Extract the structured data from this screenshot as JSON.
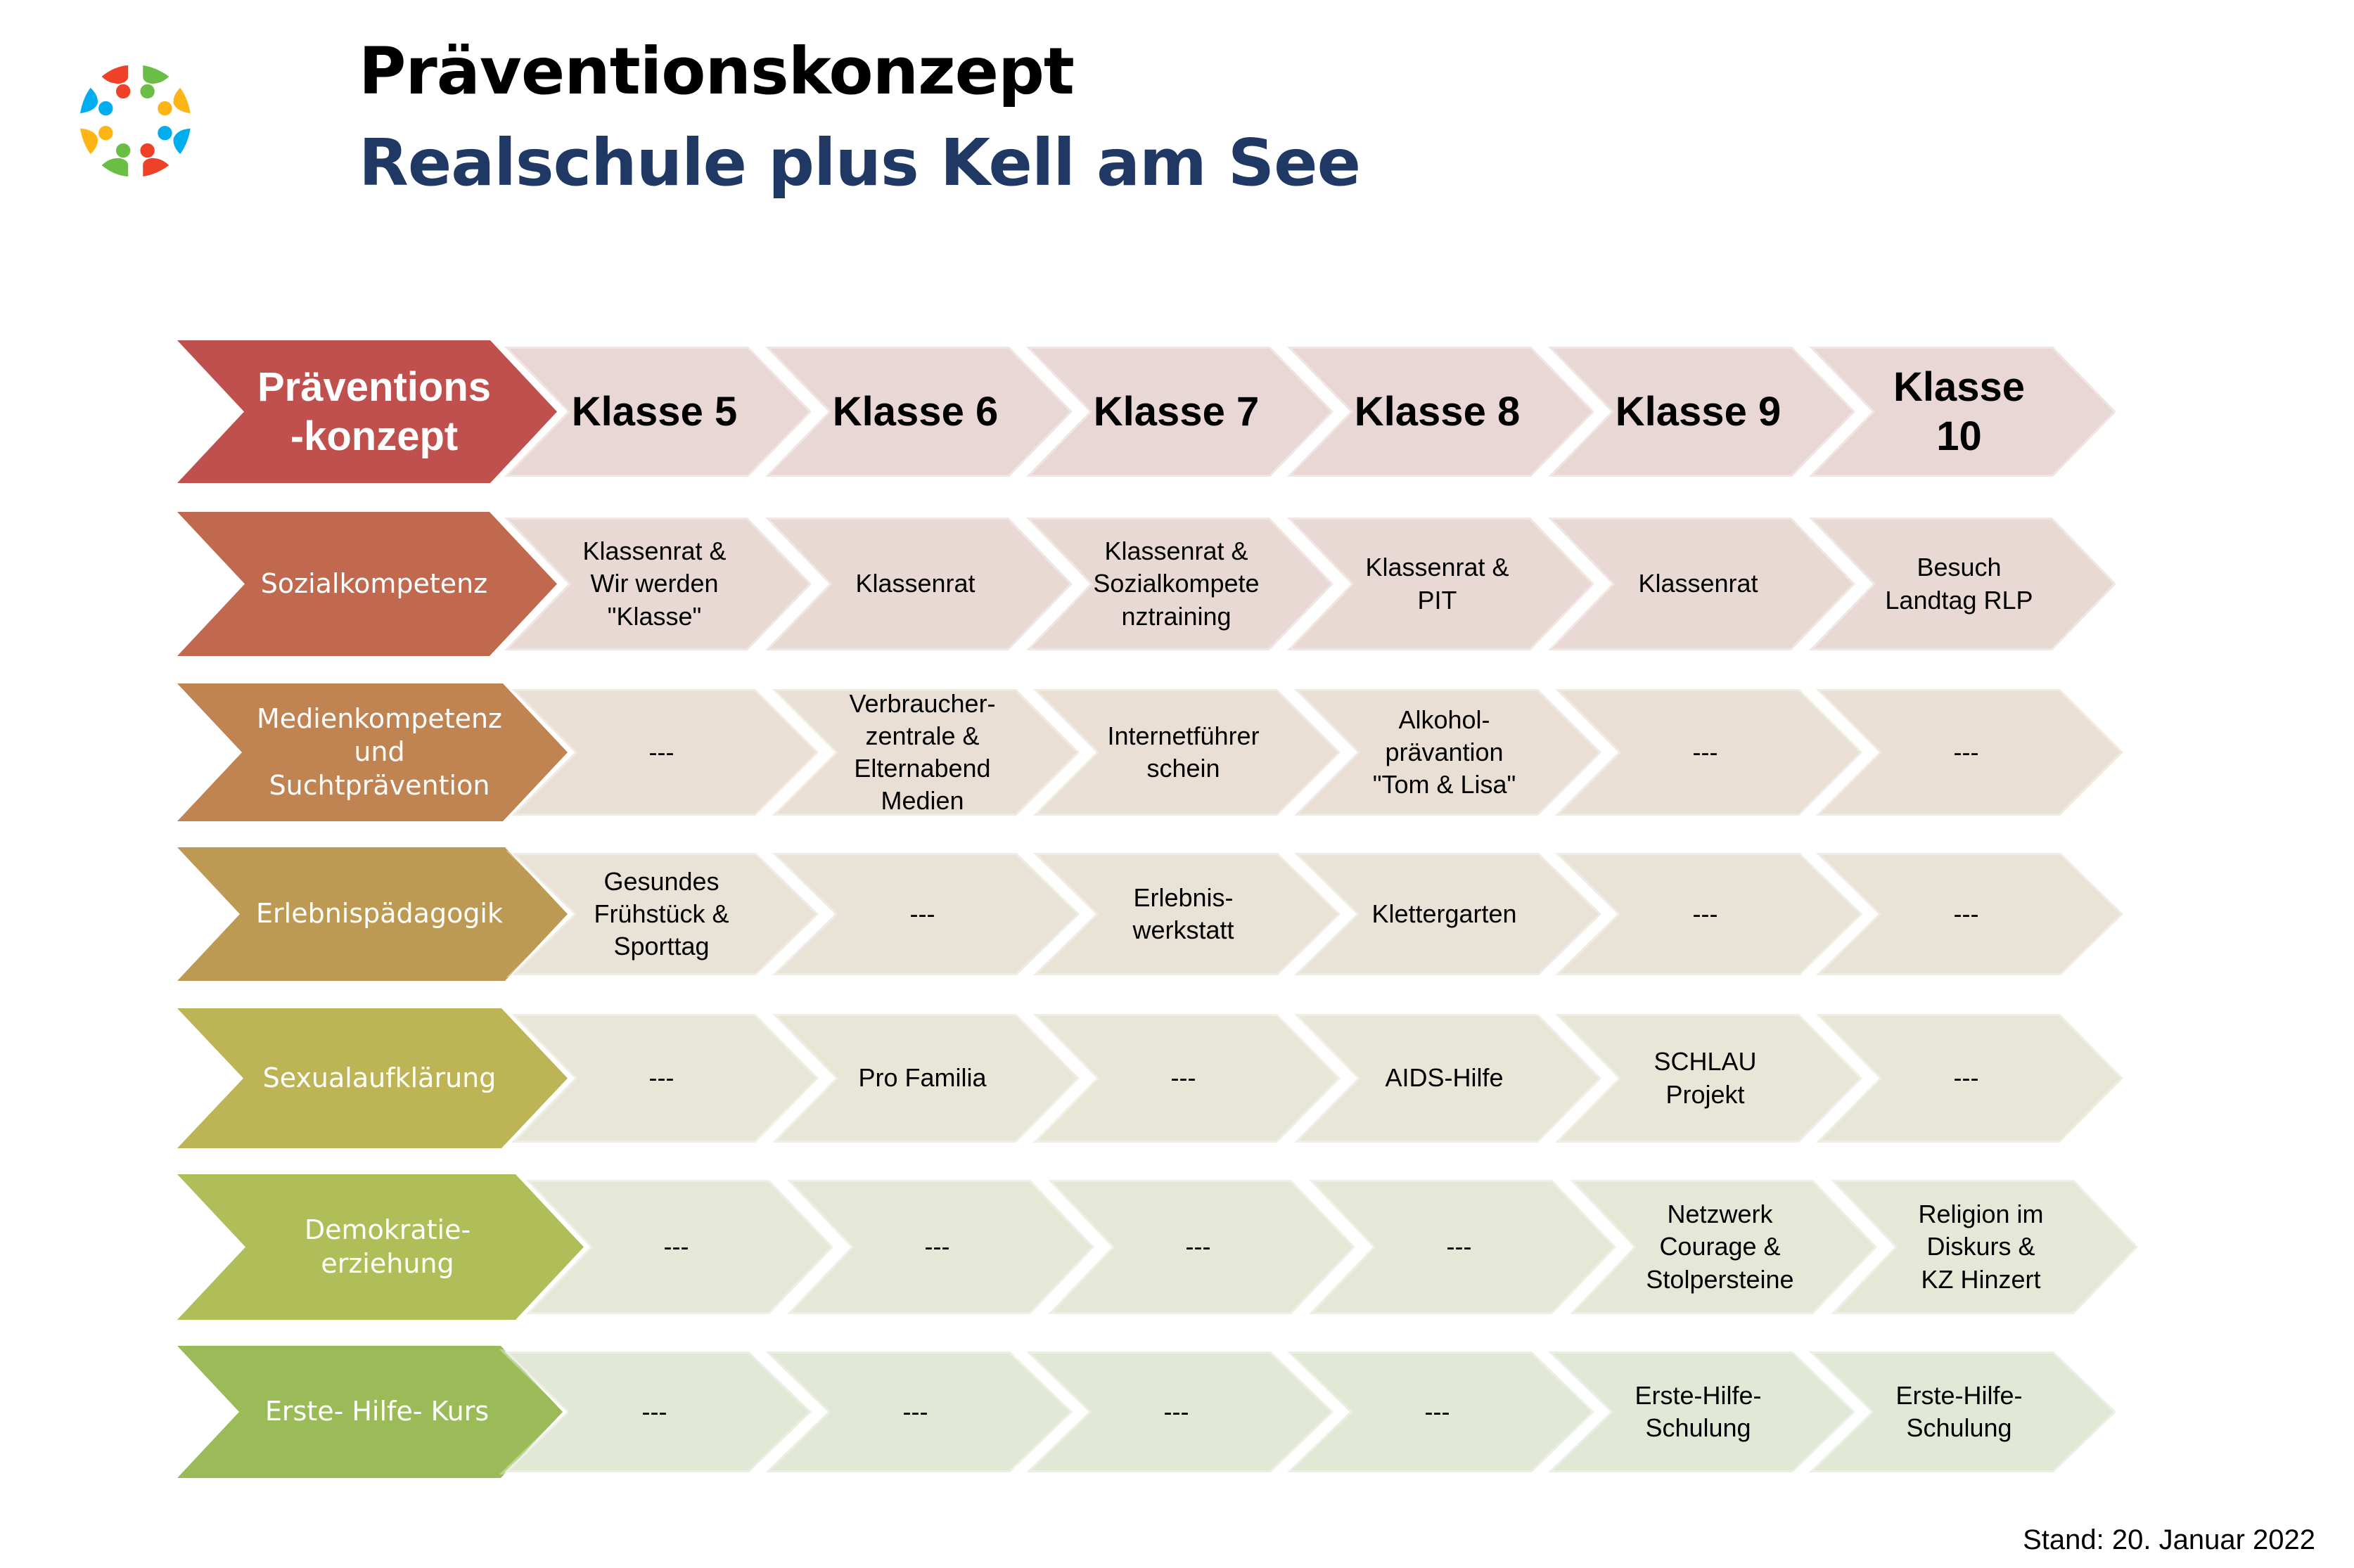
{
  "header": {
    "title": "Präventionskonzept",
    "subtitle": "Realschule plus Kell am See",
    "logo": "colorful-people-circle-logo"
  },
  "colors": {
    "title": "#000000",
    "subtitle": "#1F3864",
    "logo": [
      "#EE4128",
      "#6BBE45",
      "#FDB515",
      "#00ADEF"
    ]
  },
  "matrix": {
    "corner_label": "Präventions\n-konzept",
    "columns": [
      "Klasse 5",
      "Klasse 6",
      "Klasse 7",
      "Klasse 8",
      "Klasse 9",
      "Klasse\n10"
    ],
    "rows": [
      {
        "label": "Sozialkompetenz",
        "label_color": "#C0694F",
        "cell_color": "#E9D9D4",
        "cells": [
          "Klassenrat &\nWir werden\n\"Klasse\"",
          "Klassenrat",
          "Klassenrat &\nSozialkompete\nnztraining",
          "Klassenrat &\nPIT",
          "Klassenrat",
          "Besuch\nLandtag RLP"
        ]
      },
      {
        "label": "Medienkompetenz\nund\nSuchtprävention",
        "label_color": "#C08352",
        "cell_color": "#E9DFD5",
        "cells": [
          "---",
          "Verbraucher-\nzentrale &\nElternabend\nMedien",
          "Internetführer\nschein",
          "Alkohol-\nprävantion\n\"Tom & Lisa\"",
          "---",
          "---"
        ]
      },
      {
        "label": "Erlebnispädagogik",
        "label_color": "#BD9A53",
        "cell_color": "#E9E2D6",
        "cells": [
          "Gesundes\nFrühstück &\nSporttag",
          "---",
          "Erlebnis-\nwerkstatt",
          "Klettergarten",
          "---",
          "---"
        ]
      },
      {
        "label": "Sexualaufklärung",
        "label_color": "#BDB456",
        "cell_color": "#E8E6D7",
        "cells": [
          "---",
          "Pro Familia",
          "---",
          "AIDS-Hilfe",
          "SCHLAU\nProjekt",
          "---"
        ]
      },
      {
        "label": "Demokratie-\nerziehung",
        "label_color": "#B0BE5A",
        "cell_color": "#E5E8D7",
        "cells": [
          "---",
          "---",
          "---",
          "---",
          "Netzwerk\nCourage &\nStolpersteine",
          "Religion im\nDiskurs &\nKZ Hinzert"
        ]
      },
      {
        "label": "Erste- Hilfe- Kurs",
        "label_color": "#9BBB59",
        "cell_color": "#E2E8D6",
        "cells": [
          "---",
          "---",
          "---",
          "---",
          "Erste-Hilfe-\nSchulung",
          "Erste-Hilfe-\nSchulung"
        ]
      }
    ],
    "header_label_color": "#C0504D",
    "header_cell_color": "#E8D7D5"
  },
  "footer": {
    "stand": "Stand: 20. Januar 2022"
  }
}
